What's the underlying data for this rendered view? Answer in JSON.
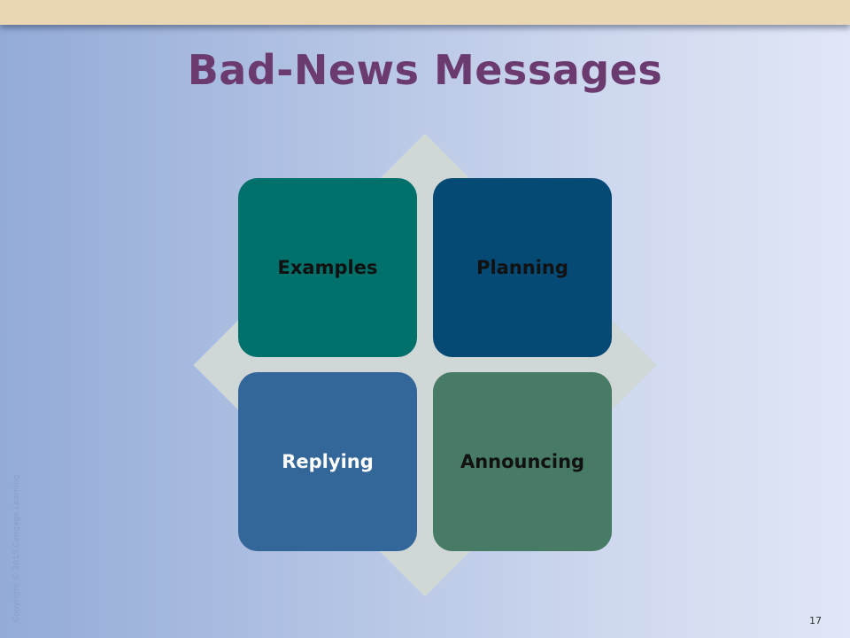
{
  "title": "Bad-News Messages",
  "diagram": {
    "items": [
      {
        "label": "Examples",
        "color": "#00706a"
      },
      {
        "label": "Planning",
        "color": "#054a74"
      },
      {
        "label": "Replying",
        "color": "#336699"
      },
      {
        "label": "Announcing",
        "color": "#477b66"
      }
    ],
    "background_shape_color": "#cfd8d6"
  },
  "footer": {
    "copyright": "Copyright © 2015 Cengage Learning",
    "page_number": "17"
  },
  "colors": {
    "title": "#6b3b70",
    "top_bar": "#e8d6b4"
  }
}
